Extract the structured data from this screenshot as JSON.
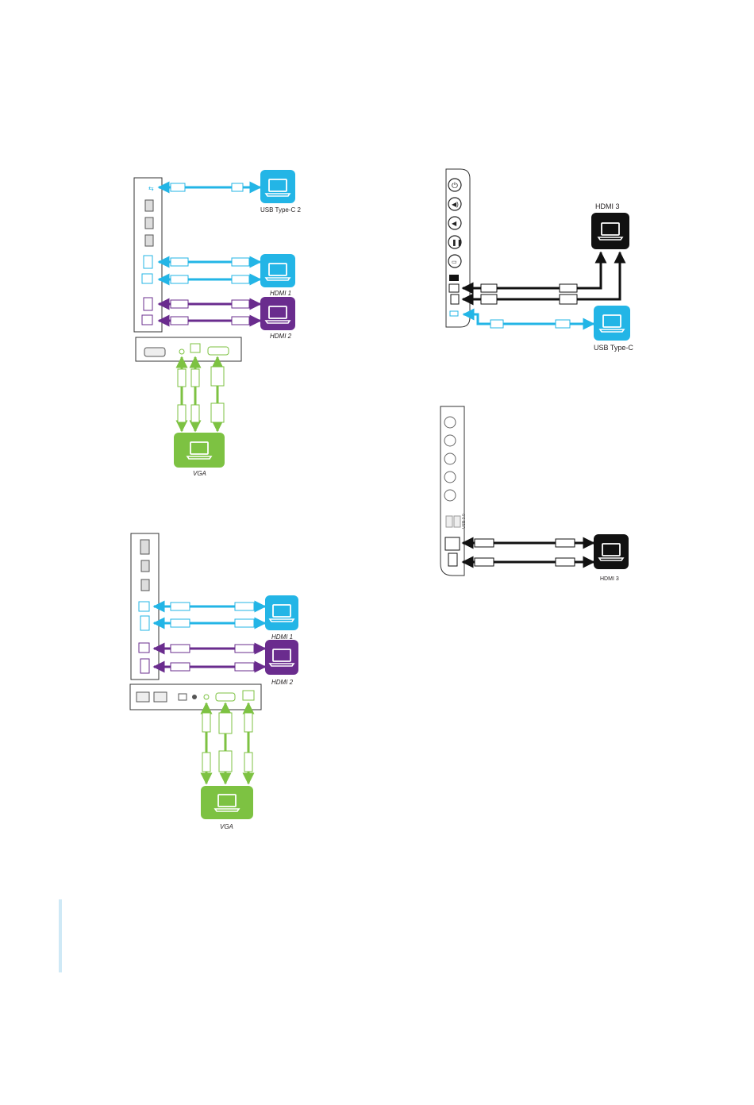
{
  "colors": {
    "cyan": "#23b5e6",
    "purple": "#6a2c8e",
    "green": "#7dc242",
    "black": "#111111",
    "panel_stroke": "#333333",
    "port_fill": "#e6e6e6",
    "accent_bar": "#cfe9f6"
  },
  "icons": [
    "laptop-icon",
    "power-icon",
    "volume-up-icon",
    "volume-down-icon",
    "pause-icon",
    "input-icon"
  ],
  "diagram_a": {
    "labels": {
      "usb_c": "USB Type-C 2",
      "hdmi1": "HDMI 1",
      "hdmi2": "HDMI 2",
      "vga": "VGA"
    }
  },
  "diagram_b": {
    "labels": {
      "hdmi3": "HDMI 3",
      "usb_c": "USB Type-C"
    }
  },
  "diagram_c": {
    "labels": {
      "hdmi1": "HDMI 1",
      "hdmi2": "HDMI 2",
      "vga": "VGA"
    }
  },
  "diagram_d": {
    "labels": {
      "hdmi3": "HDMI 3",
      "usb": "USB 3.0",
      "hdmi": "HDMI 3"
    }
  }
}
